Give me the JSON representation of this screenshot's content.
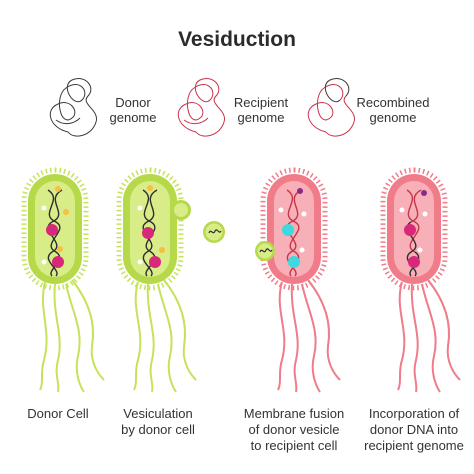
{
  "title": "Vesiduction",
  "legend": [
    {
      "label_line1": "Donor",
      "label_line2": "genome",
      "color": "#3a3a3a"
    },
    {
      "label_line1": "Recipient",
      "label_line2": "genome",
      "color": "#c8344a"
    },
    {
      "label_line1": "Recombined",
      "label_line2": "genome",
      "color": "#9a4a58"
    }
  ],
  "captions": [
    {
      "line1": "Donor Cell",
      "line2": ""
    },
    {
      "line1": "Vesiculation",
      "line2": "by donor cell"
    },
    {
      "line1": "Membrane fusion",
      "line2": "of donor vesicle",
      "line3": "to recipient cell"
    },
    {
      "line1": "Incorporation of",
      "line2": "donor DNA into",
      "line3": "recipient genome"
    }
  ],
  "colors": {
    "donor_cell": "#d4ea7a",
    "donor_cell_outline": "#b6d94a",
    "donor_flagella": "#c5e35a",
    "recipient_cell": "#f6a2ac",
    "recipient_cell_outline": "#f07c8a",
    "recipient_flagella": "#f07c8a",
    "plasmid_magenta": "#d8287a",
    "plasmid_cyan": "#3ed8e0",
    "dot_yellow": "#f5c043",
    "dot_purple": "#8a2a8a"
  }
}
